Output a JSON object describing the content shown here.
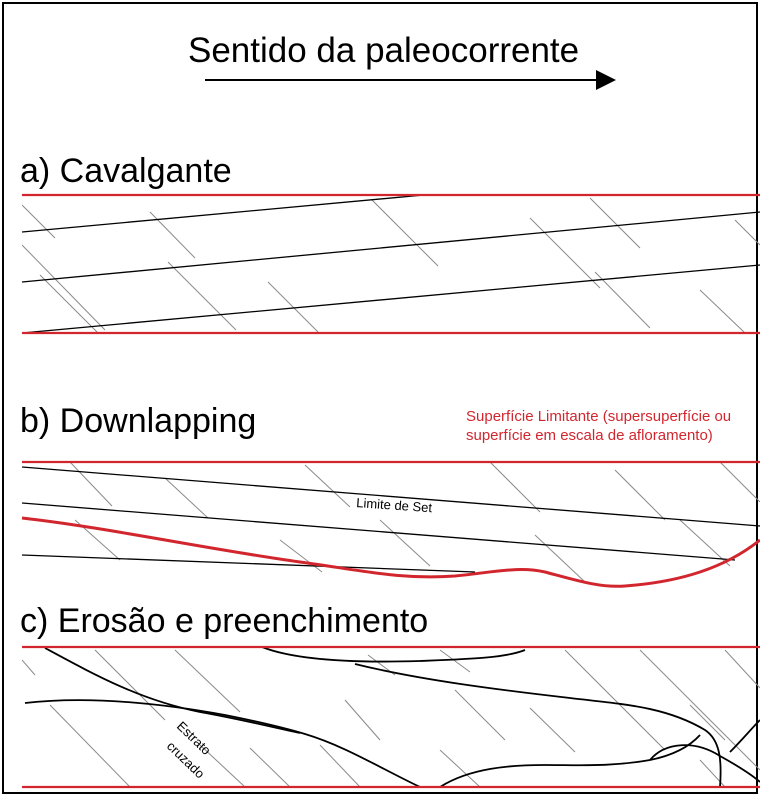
{
  "title": "Sentido da paleocorrente",
  "panels": {
    "a": {
      "label": "a) Cavalgante"
    },
    "b": {
      "label": "b) Downlapping",
      "set_boundary_label": "Limite de Set"
    },
    "c": {
      "label": "c) Erosão e preenchimento",
      "cross_strata_label_1": "Estrato",
      "cross_strata_label_2": "cruzado"
    }
  },
  "bounding_surface_note": {
    "line1": "Superfície Limitante (supersuperfície ou",
    "line2": "superfície em escala de afloramento)"
  },
  "colors": {
    "bounding_surface": "#d2262e",
    "set_boundary": "#000000",
    "foreset": "#8a8a8a"
  }
}
